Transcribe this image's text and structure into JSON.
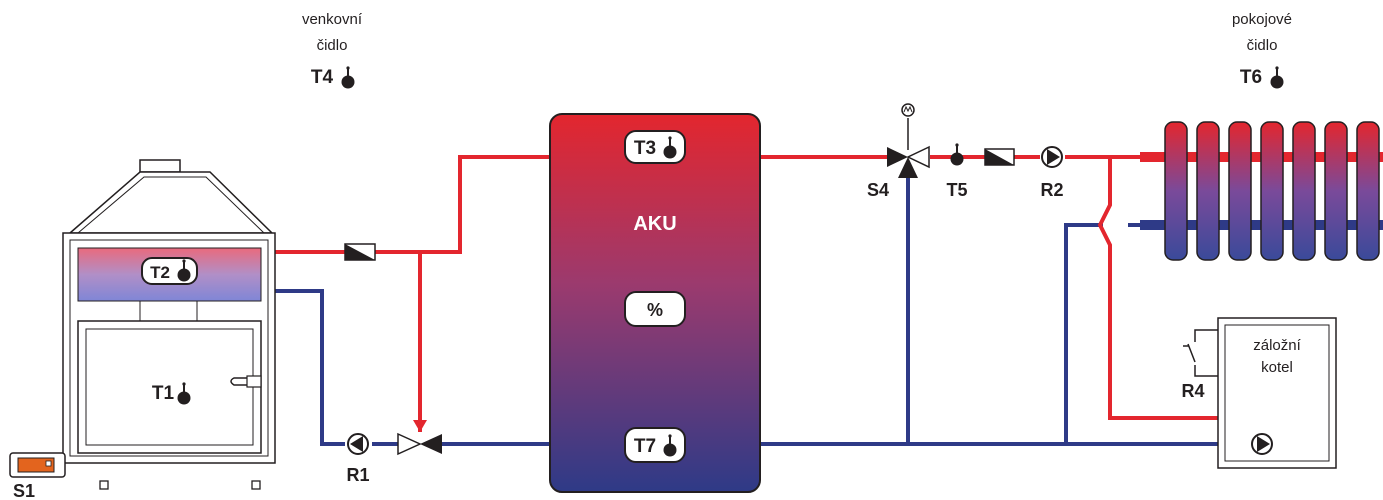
{
  "colors": {
    "supply": "#e3262e",
    "return": "#2e3a87",
    "outline": "#231f20",
    "tank_top": "#e3262e",
    "tank_bottom": "#2e3a87"
  },
  "labels": {
    "outdoor_sensor_line1": "venkovní",
    "outdoor_sensor_line2": "čidlo",
    "outdoor_sensor": "T4",
    "room_sensor_line1": "pokojové",
    "room_sensor_line2": "čidlo",
    "room_sensor": "T6",
    "tank_name": "AKU",
    "tank_top_sensor": "T3",
    "tank_percent": "%",
    "tank_bottom_sensor": "T7",
    "boiler_top_sensor": "T2",
    "boiler_sensor": "T1",
    "fan": "S1",
    "pump_r1": "R1",
    "mixing_valve": "S4",
    "flow_sensor": "T5",
    "pump_r2": "R2",
    "backup_relay": "R4",
    "backup_boiler_line1": "záložní",
    "backup_boiler_line2": "kotel"
  },
  "icons": {
    "sensor": "thermometer-icon",
    "pump": "pump-icon",
    "valve": "three-way-valve-icon",
    "check_valve": "check-valve-icon",
    "motor": "servo-motor-icon",
    "relay": "relay-switch-icon"
  }
}
